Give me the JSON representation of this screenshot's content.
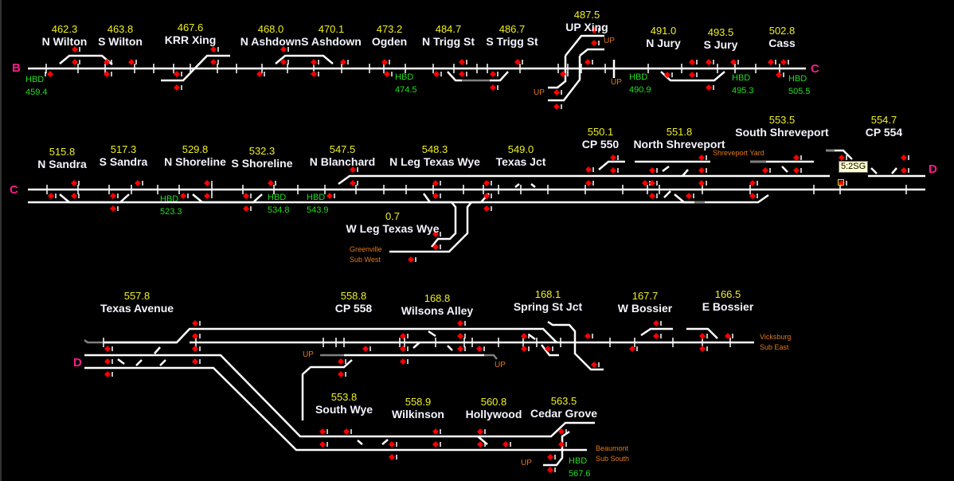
{
  "window": {
    "title": "Dispatcher Track Display"
  },
  "colors": {
    "track": "#ffffff",
    "dark_track": "#808080",
    "signal": "#ff0000",
    "milepost": "#f0f020",
    "station": "#f4f4ff",
    "hbd": "#22dd22",
    "up": "#e07a1a",
    "edge": "#ff1a8c"
  },
  "edges": [
    {
      "id": "B",
      "label": "B"
    },
    {
      "id": "C1",
      "label": "C"
    },
    {
      "id": "C2",
      "label": "C"
    },
    {
      "id": "D1",
      "label": "D"
    },
    {
      "id": "D2",
      "label": "D"
    }
  ],
  "stations": [
    {
      "mp": "462.3",
      "name": "N Wilton"
    },
    {
      "mp": "463.8",
      "name": "S Wilton"
    },
    {
      "mp": "467.6",
      "name": "KRR Xing"
    },
    {
      "mp": "468.0",
      "name": "N Ashdown"
    },
    {
      "mp": "470.1",
      "name": "S Ashdown"
    },
    {
      "mp": "473.2",
      "name": "Ogden"
    },
    {
      "mp": "484.7",
      "name": "N Trigg St"
    },
    {
      "mp": "486.7",
      "name": "S Trigg St"
    },
    {
      "mp": "487.5",
      "name": "UP  Xing"
    },
    {
      "mp": "491.0",
      "name": "N Jury"
    },
    {
      "mp": "493.5",
      "name": "S Jury"
    },
    {
      "mp": "502.8",
      "name": "Cass"
    },
    {
      "mp": "515.8",
      "name": "N Sandra"
    },
    {
      "mp": "517.3",
      "name": "S Sandra"
    },
    {
      "mp": "529.8",
      "name": "N Shoreline"
    },
    {
      "mp": "532.3",
      "name": "S Shoreline"
    },
    {
      "mp": "547.5",
      "name": "N Blanchard"
    },
    {
      "mp": "548.3",
      "name": "N Leg Texas Wye"
    },
    {
      "mp": "549.0",
      "name": "Texas Jct"
    },
    {
      "mp": "550.1",
      "name": "CP 550"
    },
    {
      "mp": "551.8",
      "name": "North Shreveport"
    },
    {
      "mp": "553.5",
      "name": "South Shreveport"
    },
    {
      "mp": "554.7",
      "name": "CP 554"
    },
    {
      "mp": "0.7",
      "name": "W Leg Texas Wye"
    },
    {
      "mp": "557.8",
      "name": "Texas Avenue"
    },
    {
      "mp": "558.8",
      "name": "CP 558"
    },
    {
      "mp": "168.8",
      "name": "Wilsons Alley"
    },
    {
      "mp": "168.1",
      "name": "Spring St Jct"
    },
    {
      "mp": "167.7",
      "name": "W Bossier"
    },
    {
      "mp": "166.5",
      "name": "E Bossier"
    },
    {
      "mp": "553.8",
      "name": "South Wye"
    },
    {
      "mp": "558.9",
      "name": "Wilkinson"
    },
    {
      "mp": "560.8",
      "name": "Hollywood"
    },
    {
      "mp": "563.5",
      "name": "Cedar Grove"
    }
  ],
  "hbd_detectors": [
    {
      "label": "HBD",
      "mp": "459.4"
    },
    {
      "label": "HBD",
      "mp": "474.5"
    },
    {
      "label": "HBD",
      "mp": "490.9"
    },
    {
      "label": "HBD",
      "mp": "495.3"
    },
    {
      "label": "HBD",
      "mp": "505.5"
    },
    {
      "label": "HBD",
      "mp": "523.3"
    },
    {
      "label": "HBD",
      "mp": "534.8"
    },
    {
      "label": "HBD",
      "mp": "543.9"
    },
    {
      "label": "HBD",
      "mp": "567.6"
    }
  ],
  "up_labels": [
    "UP",
    "UP",
    "UP",
    "UP",
    "UP",
    "UP",
    "UP"
  ],
  "connections": [
    {
      "line1": "Greenville",
      "line2": "Sub West"
    },
    {
      "line1": "Shreveport Yard",
      "line2": ""
    },
    {
      "line1": "Vicksburg",
      "line2": "Sub East"
    },
    {
      "line1": "Beaumont",
      "line2": "Sub South"
    }
  ],
  "train_tag": {
    "symbol": "5:2SG"
  }
}
